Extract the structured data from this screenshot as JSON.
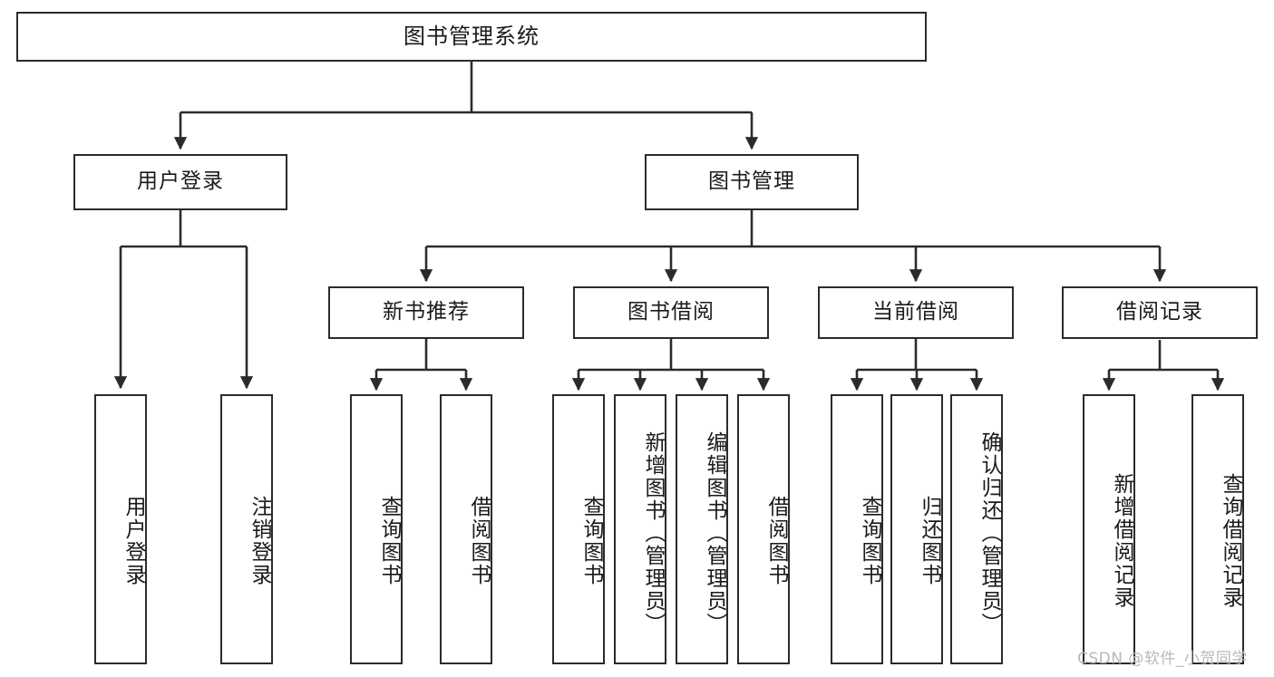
{
  "diagram": {
    "title": "图书管理系统",
    "type": "tree-hierarchy",
    "root": {
      "label": "图书管理系统"
    },
    "level2": [
      {
        "label": "用户登录"
      },
      {
        "label": "图书管理"
      }
    ],
    "level3": [
      {
        "label": "新书推荐"
      },
      {
        "label": "图书借阅"
      },
      {
        "label": "当前借阅"
      },
      {
        "label": "借阅记录"
      }
    ],
    "leaves_user_login": [
      {
        "label": "用户登录"
      },
      {
        "label": "注销登录"
      }
    ],
    "leaves_new_books": [
      {
        "label": "查询图书"
      },
      {
        "label": "借阅图书"
      }
    ],
    "leaves_borrow_books": [
      {
        "label": "查询图书"
      },
      {
        "label": "新增图书（管理员）"
      },
      {
        "label": "编辑图书（管理员）"
      },
      {
        "label": "借阅图书"
      }
    ],
    "leaves_current_borrow": [
      {
        "label": "查询图书"
      },
      {
        "label": "归还图书"
      },
      {
        "label": "确认归还（管理员）"
      }
    ],
    "leaves_borrow_records": [
      {
        "label": "新增借阅记录"
      },
      {
        "label": "查询借阅记录"
      }
    ]
  },
  "watermark": {
    "text": "CSDN @软件_小贺同学"
  },
  "colors": {
    "stroke": "#2b2b2b",
    "background": "#ffffff",
    "text": "#1a1a1a",
    "watermark": "#b9b9b9"
  }
}
